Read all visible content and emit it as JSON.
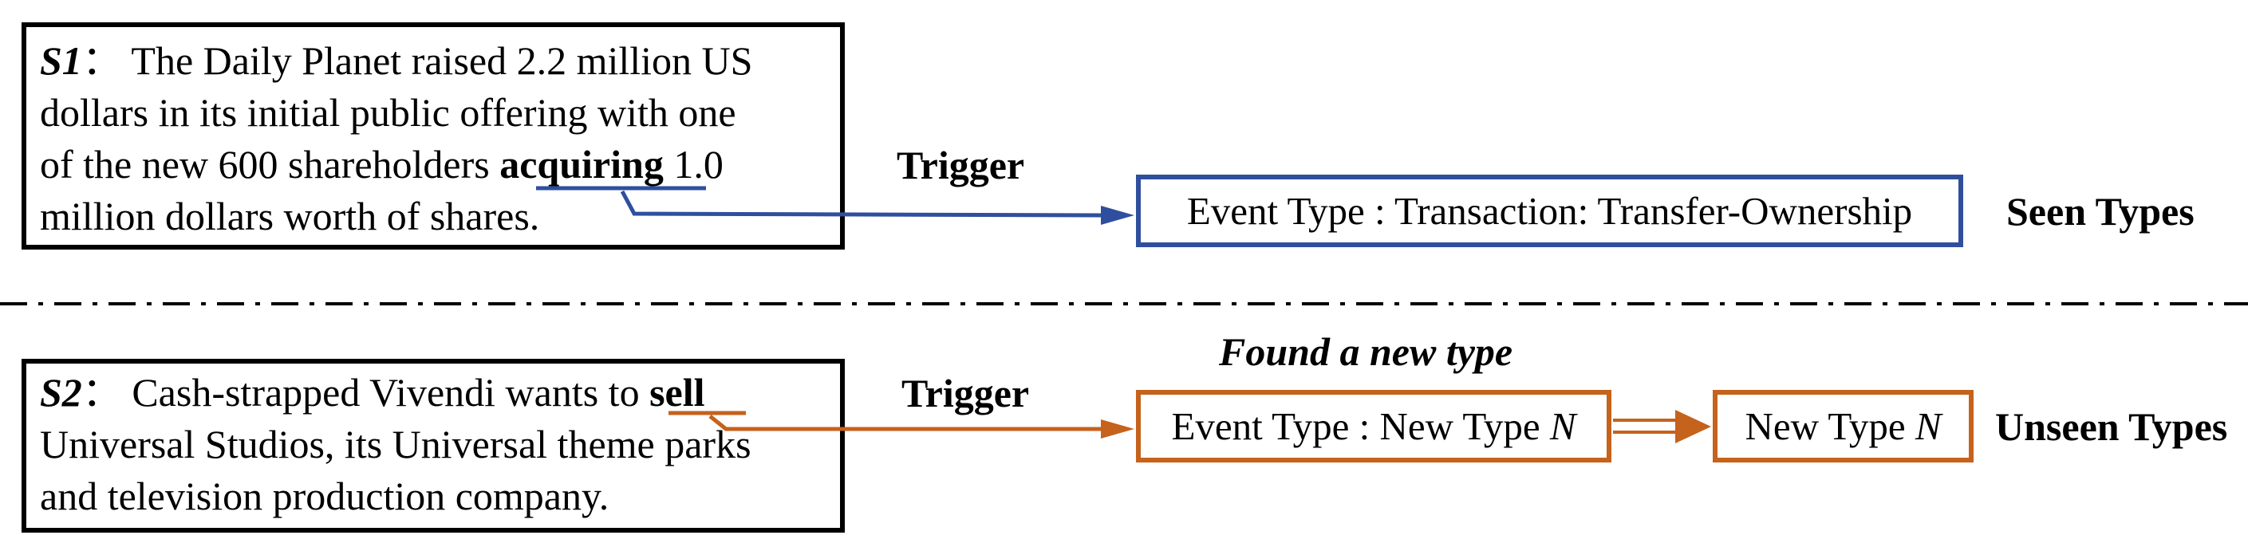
{
  "s1": {
    "label": "S1",
    "colon": "：",
    "lines": [
      " The Daily Planet raised 2.2 million US",
      "dollars in its initial public offering with one",
      "of the new 600 shareholders ",
      " 1.0",
      "million dollars worth of shares."
    ],
    "trigger_word": "acquiring"
  },
  "s2": {
    "label": "S2",
    "colon": "：",
    "lines": [
      " Cash-strapped Vivendi wants to ",
      "Universal Studios, its Universal theme parks",
      "and television production company."
    ],
    "trigger_word": "sell"
  },
  "trigger_label_1": "Trigger",
  "trigger_label_2": "Trigger",
  "found_new_type": "Found a new type",
  "seen_event_type": "Event Type : Transaction: Transfer-Ownership",
  "seen_types": "Seen Types",
  "unseen_event_type_prefix": "Event Type : New Type ",
  "new_type_prefix": "New Type ",
  "type_var": "N",
  "unseen_types": "Unseen Types",
  "colors": {
    "blue": "#2f4f9e",
    "orange": "#c5621c"
  }
}
